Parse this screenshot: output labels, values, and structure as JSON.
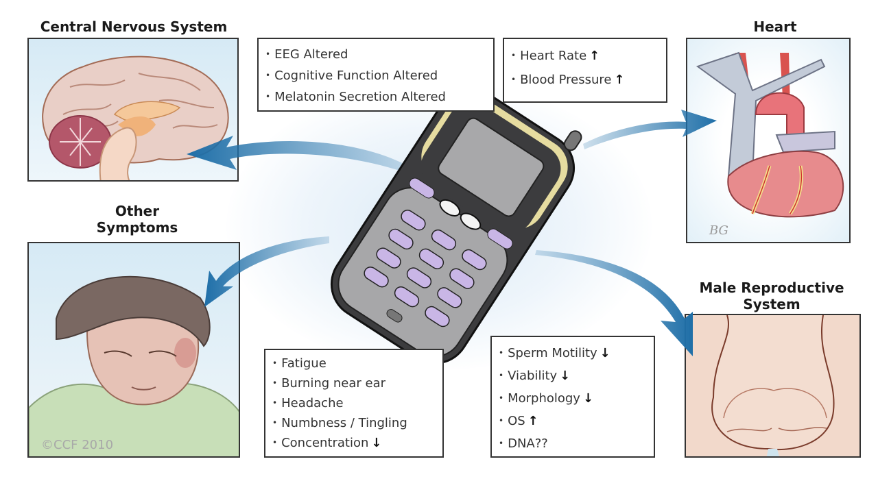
{
  "sections": {
    "cns": {
      "title": "Central Nervous System",
      "effects": [
        "EEG Altered",
        "Cognitive Function Altered",
        "Melatonin Secretion Altered"
      ]
    },
    "heart": {
      "title": "Heart",
      "effects": [
        {
          "label": "Heart Rate",
          "trend": "↑"
        },
        {
          "label": "Blood Pressure",
          "trend": "↑"
        }
      ],
      "signature": "BG"
    },
    "other": {
      "title_line1": "Other",
      "title_line2": "Symptoms",
      "effects": [
        {
          "label": "Fatigue",
          "trend": ""
        },
        {
          "label": "Burning near ear",
          "trend": ""
        },
        {
          "label": "Headache",
          "trend": ""
        },
        {
          "label": "Numbness / Tingling",
          "trend": ""
        },
        {
          "label": "Concentration",
          "trend": "↓"
        }
      ],
      "copyright": "©CCF 2010"
    },
    "male": {
      "title_line1": "Male Reproductive",
      "title_line2": "System",
      "effects": [
        {
          "label": "Sperm Motility",
          "trend": "↓"
        },
        {
          "label": "Viability",
          "trend": "↓"
        },
        {
          "label": "Morphology",
          "trend": "↓"
        },
        {
          "label": "OS",
          "trend": "↑"
        },
        {
          "label": "DNA??",
          "trend": ""
        }
      ]
    }
  },
  "colors": {
    "arrow": "#1f6fa8",
    "panel_bg": "#d9ecf6",
    "skin": "#f1d3c3",
    "phone_body": "#5a5a5c",
    "key": "#c9b6e6"
  }
}
